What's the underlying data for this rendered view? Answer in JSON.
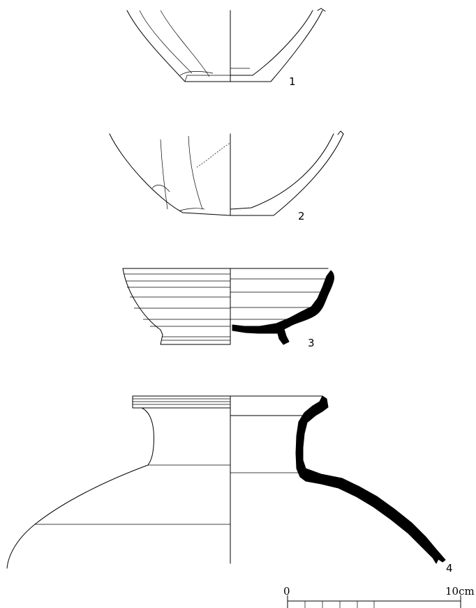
{
  "figures": [
    {
      "number": "1"
    },
    {
      "number": "2"
    },
    {
      "number": "3"
    },
    {
      "number": "4"
    }
  ],
  "scale_bar": {
    "start_label": "0",
    "end_label": "10cm"
  },
  "colors": {
    "ink": "#000000",
    "paper": "#ffffff"
  }
}
